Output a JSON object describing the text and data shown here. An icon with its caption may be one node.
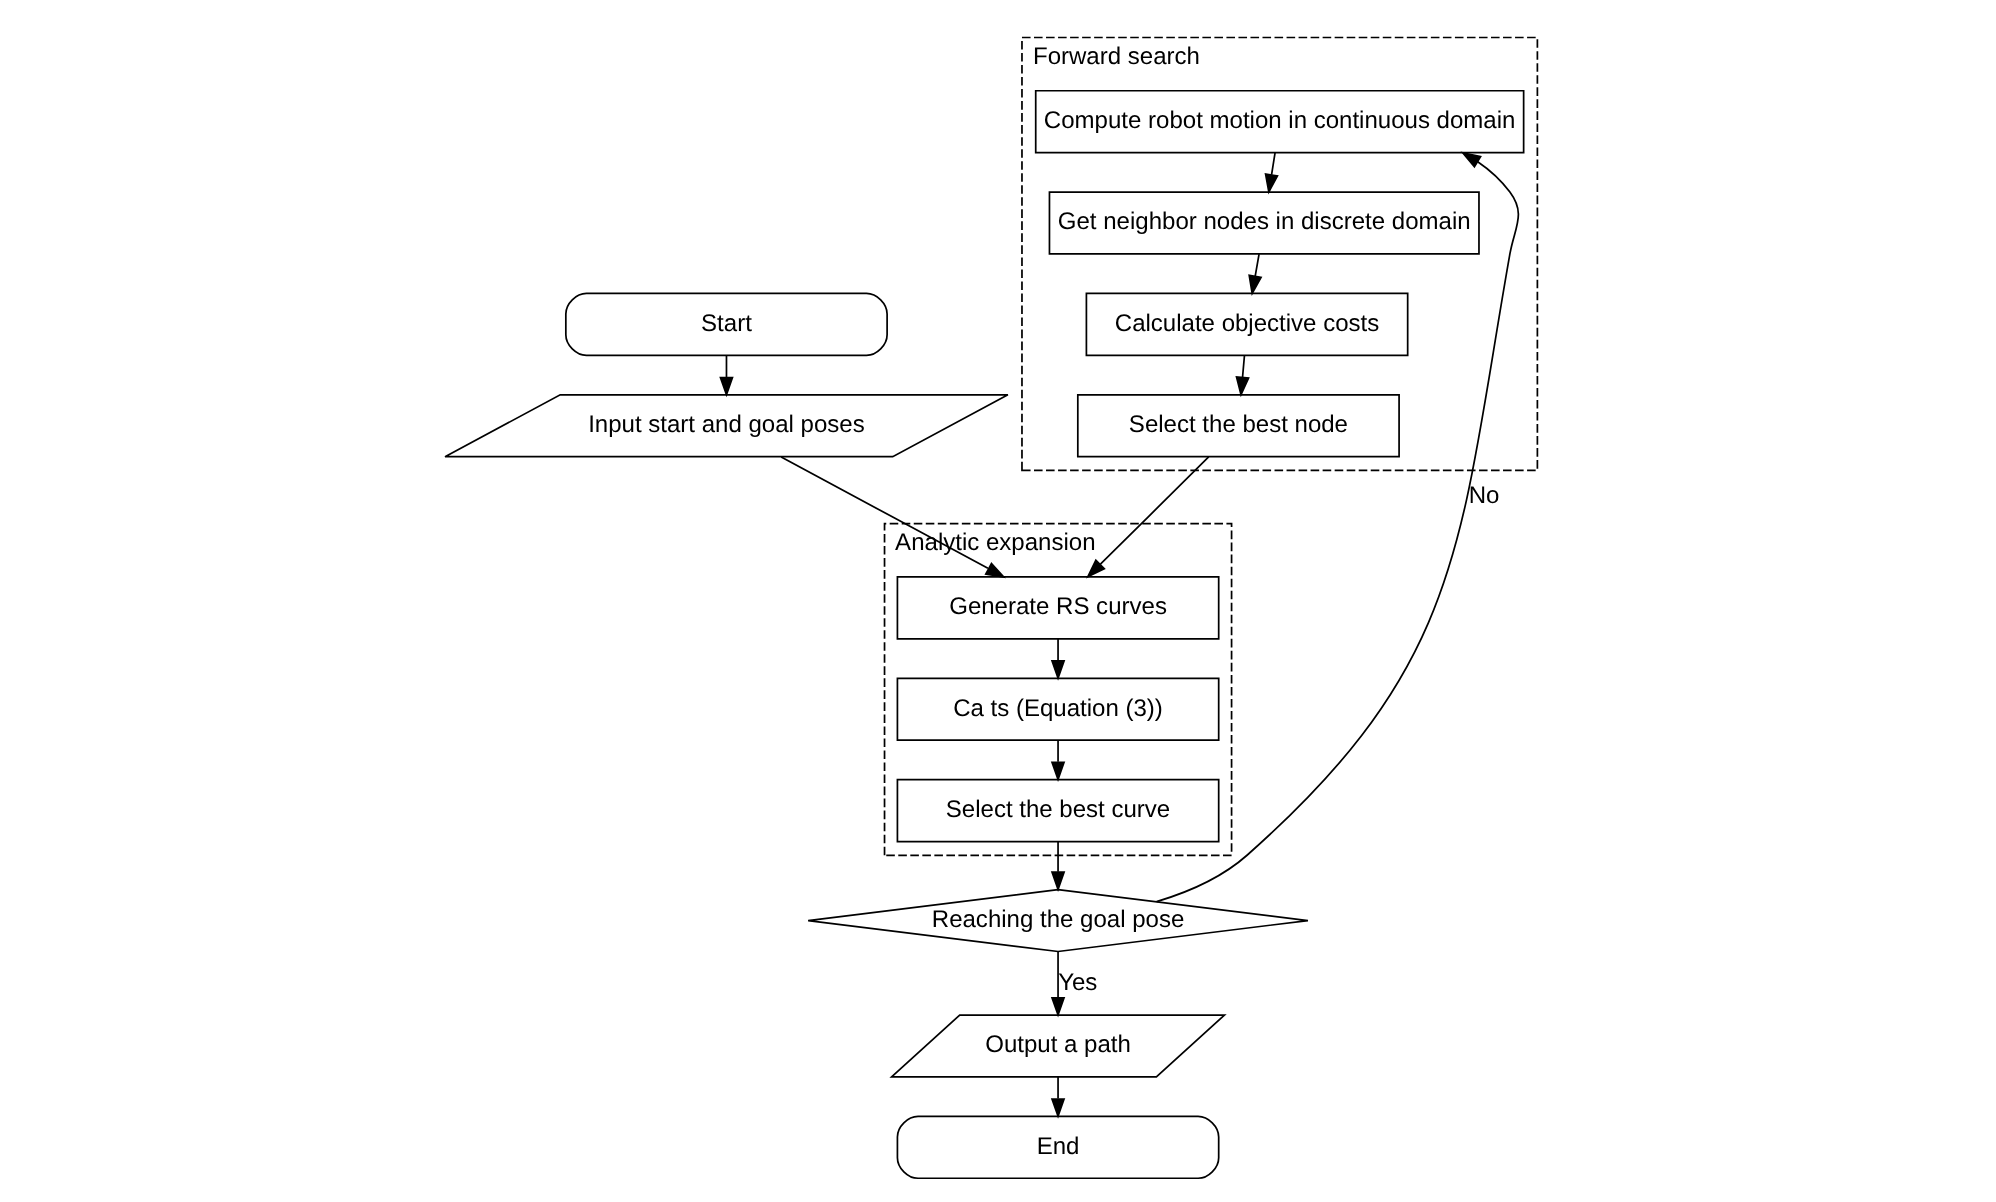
{
  "diagram": {
    "nodes": [
      {
        "text": [
          "Start"
        ]
      },
      {
        "text": [
          "Input start and goal poses"
        ]
      },
      {
        "text": [
          "Forward search"
        ]
      },
      {
        "text": [
          "Compute robot motion in continuous domain"
        ],
        "in": 2
      },
      {
        "text": [
          "Get neighbor nodes in discrete domain"
        ],
        "in": 2
      },
      {
        "text": [
          "Calculate objective costs"
        ],
        "in": 2
      },
      {
        "text": [
          "Select the best node"
        ],
        "in": 2
      },
      {
        "text": [
          "Analytic expansion"
        ]
      },
      {
        "text": [
          "Generate RS curves"
        ],
        "in": 7
      },
      {
        "text": [
          "Ca ts (Equation (3))"
        ],
        "in": 7
      },
      {
        "text": [
          "Select the best curve"
        ],
        "in": 7
      },
      {
        "text": [
          "Reaching the goal pose"
        ]
      },
      {
        "text": [
          "Output a path"
        ]
      },
      {
        "text": [
          "End"
        ]
      }
    ],
    "edges": [
      {
        "from": 0,
        "to": 1,
        "arrow": "to"
      },
      {
        "from": 1,
        "to": 8,
        "arrow": "to"
      },
      {
        "from": 6,
        "to": 8,
        "arrow": "to"
      },
      {
        "from": 3,
        "to": 4,
        "arrow": "to"
      },
      {
        "from": 4,
        "to": 5,
        "arrow": "to"
      },
      {
        "from": 5,
        "to": 6,
        "arrow": "to"
      },
      {
        "from": 8,
        "to": 9,
        "arrow": "to"
      },
      {
        "from": 9,
        "to": 10,
        "arrow": "to"
      },
      {
        "from": 10,
        "to": 11,
        "arrow": "to"
      },
      {
        "from": 11,
        "to": 3,
        "label": "No",
        "arrow": "to"
      },
      {
        "from": 11,
        "to": 12,
        "label": "Yes",
        "arrow": "to"
      },
      {
        "from": 12,
        "to": 13,
        "arrow": "to"
      }
    ]
  }
}
